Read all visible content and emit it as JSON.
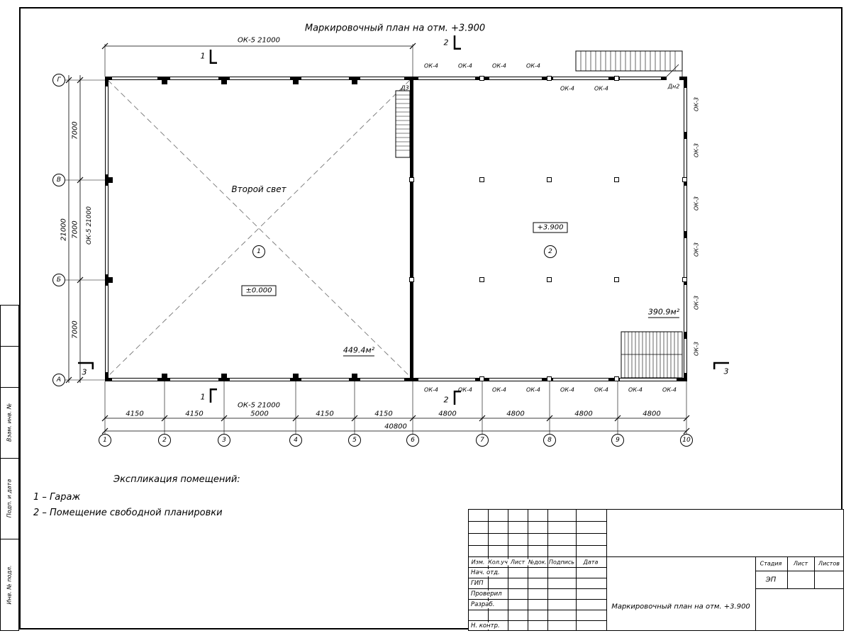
{
  "title": "Маркировочный план на отм. +3.900",
  "plan": {
    "axes_letters": [
      "Г",
      "В",
      "Б",
      "А"
    ],
    "axes_numbers": [
      "1",
      "2",
      "3",
      "4",
      "5",
      "6",
      "7",
      "8",
      "9",
      "10"
    ],
    "dims_left": [
      "7000",
      "7000",
      "7000"
    ],
    "dim_left_total": "21000",
    "ok5": "ОК-5 21000",
    "dims_bottom": [
      "4150",
      "4150",
      "5000",
      "4150",
      "4150",
      "4800",
      "4800",
      "4800",
      "4800"
    ],
    "dim_bottom_total": "40800",
    "ok4": "ОК-4",
    "ok3": "ОК-3",
    "door_top": "Дн2",
    "door_mid": "Д3",
    "sections": {
      "s1": "1",
      "s2": "2",
      "s3": "3"
    },
    "room1": {
      "number": "1",
      "name": "Второй свет",
      "elevation": "±0.000",
      "area": "449.4м²"
    },
    "room2": {
      "number": "2",
      "elevation": "+3.900",
      "area": "390.9м²"
    }
  },
  "explication": {
    "title": "Экспликация помещений:",
    "item1": "1 – Гараж",
    "item2": "2 – Помещение свободной планировки"
  },
  "titleblock": {
    "cols": [
      "Изм.",
      "Кол.уч",
      "Лист",
      "№док.",
      "Подпись",
      "Дата"
    ],
    "rows": [
      "Нач. отд.",
      "ГИП",
      "Проверил",
      "Разраб.",
      "Н. контр."
    ],
    "doc_title": "Маркировочный план на отм. +3.900",
    "stage_label": "Стадия",
    "sheet_label": "Лист",
    "sheets_label": "Листов",
    "stage_value": "ЭП"
  },
  "side_stamps": [
    "Взам. инв. №",
    "Подп. и дата",
    "Инв. № подл."
  ]
}
